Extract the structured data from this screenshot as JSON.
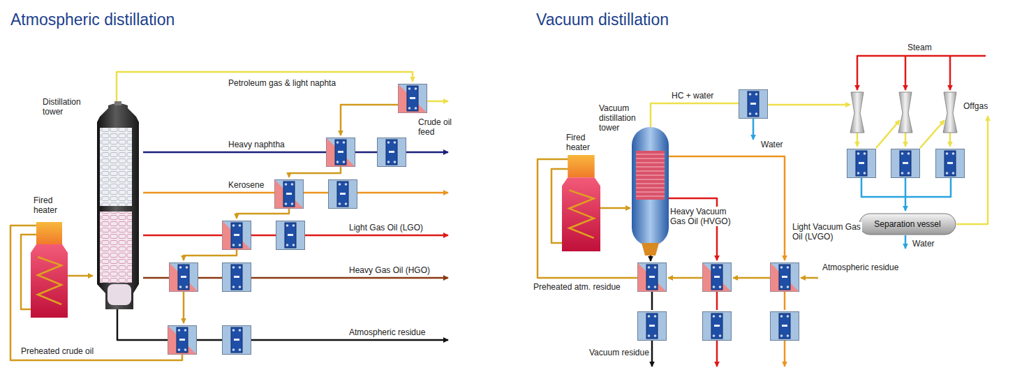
{
  "diagram": {
    "nodes": [
      {
        "text": [
          "Distillation tower"
        ]
      },
      {
        "text": [
          "Fired heater"
        ]
      },
      {
        "text": [
          "Vacuum distillation tower"
        ]
      },
      {
        "text": [
          "Fired heater"
        ]
      },
      {
        "text": [
          "Separation vessel"
        ]
      }
    ],
    "edges": [
      {
        "from": 1,
        "to": 0,
        "arrow": "to"
      },
      {
        "from": 3,
        "to": 2,
        "arrow": "to"
      }
    ],
    "labels": [
      "Atmospheric distillation",
      "Vacuum distillation",
      "Petroleum gas & light naphta",
      "Crude oil feed",
      "Heavy naphtha",
      "Kerosene",
      "Light Gas Oil (LGO)",
      "Heavy Gas Oil (HGO)",
      "Atmospheric residue",
      "Preheated crude oil",
      "HC + water",
      "Water",
      "Steam",
      "Offgas",
      "Heavy Vacuum Gas Oil (HVGO)",
      "Light Vacuum Gas Oil (LVGO)",
      "Atmospheric residue",
      "Preheated atm. residue",
      "Water",
      "Vacuum residue"
    ]
  }
}
